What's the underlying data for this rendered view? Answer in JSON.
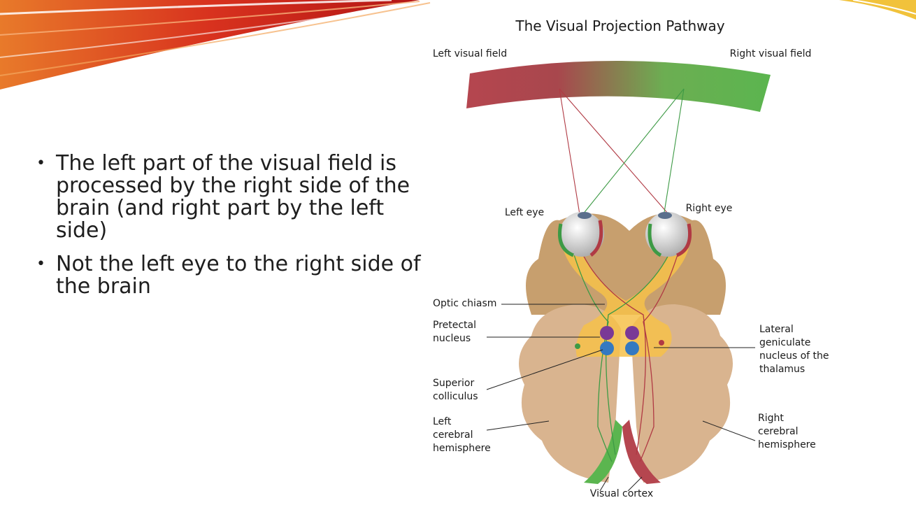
{
  "slide": {
    "bullets": [
      "The left part of the visual field is processed by the right side of the brain (and right part by the left side)",
      "Not the left eye to the right side of the brain"
    ]
  },
  "figure": {
    "title": "The Visual Projection Pathway",
    "labels": {
      "left_visual_field": "Left visual field",
      "right_visual_field": "Right visual field",
      "left_eye": "Left eye",
      "right_eye": "Right eye",
      "optic_chiasm": "Optic chiasm",
      "pretectal_line1": "Pretectal",
      "pretectal_line2": "nucleus",
      "superior_line1": "Superior",
      "superior_line2": "colliculus",
      "left_hem_line1": "Left",
      "left_hem_line2": "cerebral",
      "left_hem_line3": "hemisphere",
      "lgn_line1": "Lateral",
      "lgn_line2": "geniculate",
      "lgn_line3": "nucleus of the",
      "lgn_line4": "thalamus",
      "right_hem_line1": "Right",
      "right_hem_line2": "cerebral",
      "right_hem_line3": "hemisphere",
      "visual_cortex": "Visual cortex"
    },
    "colors": {
      "left_field": "#b5464f",
      "right_field": "#5bb54f",
      "brain": "#d9b48f",
      "brain_dark": "#c79f6e",
      "optic_tract": "#f6c14a",
      "pretectal": "#7a3996",
      "superior_colliculus": "#3479c1"
    }
  }
}
